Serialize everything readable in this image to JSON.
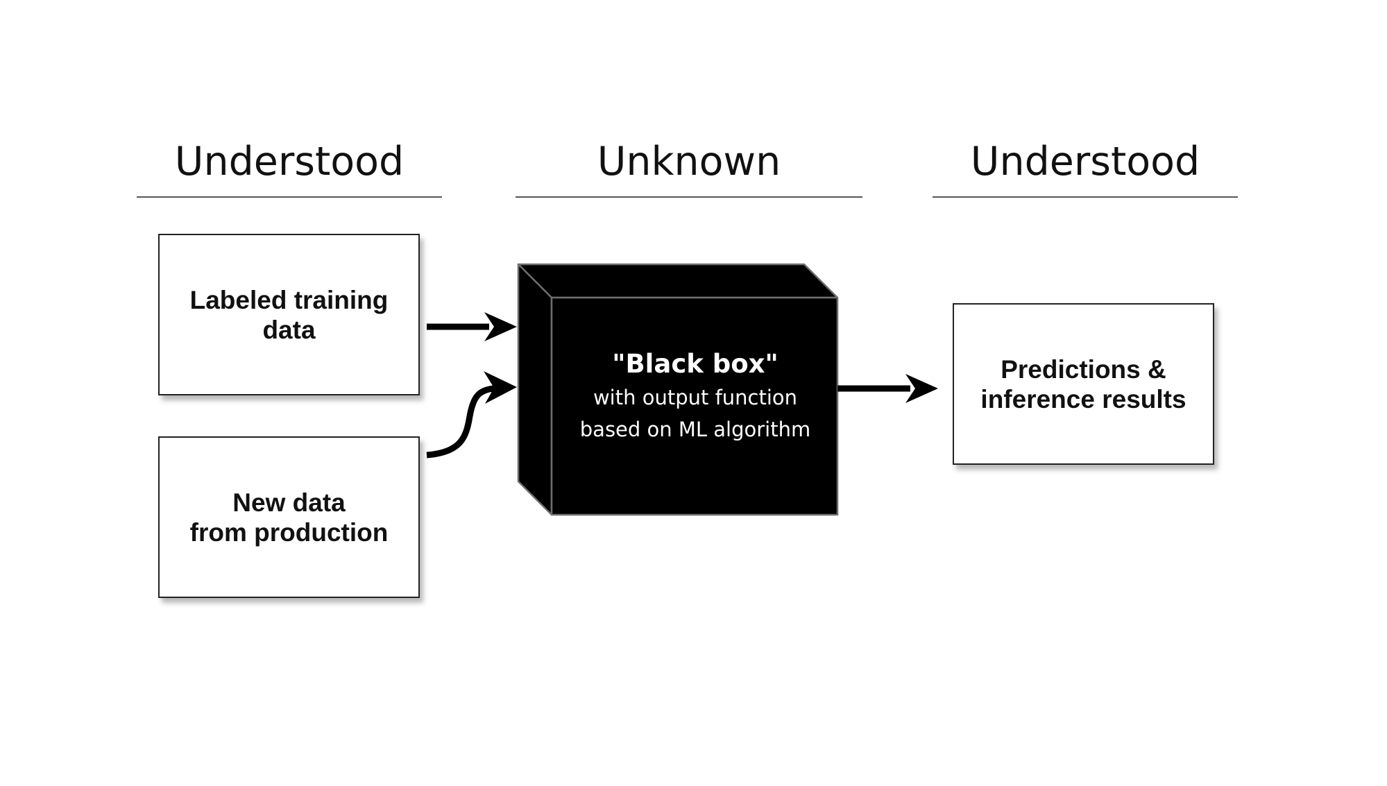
{
  "columns": [
    {
      "header": "Understood"
    },
    {
      "header": "Unknown"
    },
    {
      "header": "Understood"
    }
  ],
  "inputs": {
    "training": {
      "label": "Labeled training\ndata"
    },
    "production": {
      "label": "New data\nfrom production"
    }
  },
  "black_box": {
    "title": "\"Black box\"",
    "line1": "with output function",
    "line2": "based on ML algorithm",
    "fill_color": "#000000",
    "edge_color": "#6e6e6e"
  },
  "output": {
    "label": "Predictions &\ninference results"
  },
  "colors": {
    "arrow": "#000000",
    "box_border": "#222222",
    "rule": "#555555"
  }
}
